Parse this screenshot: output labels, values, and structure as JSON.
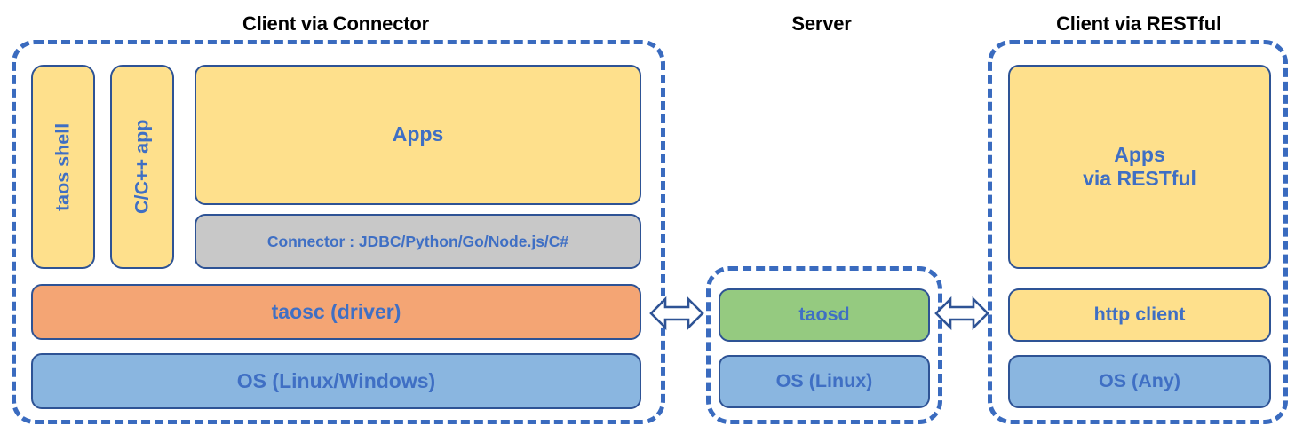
{
  "diagram": {
    "title_color": "#000000",
    "label_color": "#3F6FC4",
    "group_border_color": "#3A6BBF",
    "node_border_color": "#2E5395",
    "palette": {
      "yellow": "#FEE08C",
      "orange": "#F4A574",
      "blue": "#8AB6E0",
      "green": "#95CA80",
      "gray": "#C8C8C8"
    }
  },
  "sections": {
    "client_connector": {
      "title": "Client via Connector",
      "nodes": {
        "taos_shell": "taos shell",
        "c_cpp_app": "C/C++ app",
        "apps": "Apps",
        "connector": "Connector : JDBC/Python/Go/Node.js/C#",
        "taosc": "taosc (driver)",
        "os": "OS (Linux/Windows)"
      }
    },
    "server": {
      "title": "Server",
      "nodes": {
        "taosd": "taosd",
        "os": "OS (Linux)"
      }
    },
    "client_restful": {
      "title": "Client via RESTful",
      "nodes": {
        "apps_line1": "Apps",
        "apps_line2": "via RESTful",
        "http_client": "http client",
        "os": "OS (Any)"
      }
    }
  },
  "connectors": {
    "left_arrow": "double-headed-arrow",
    "right_arrow": "double-headed-arrow"
  }
}
